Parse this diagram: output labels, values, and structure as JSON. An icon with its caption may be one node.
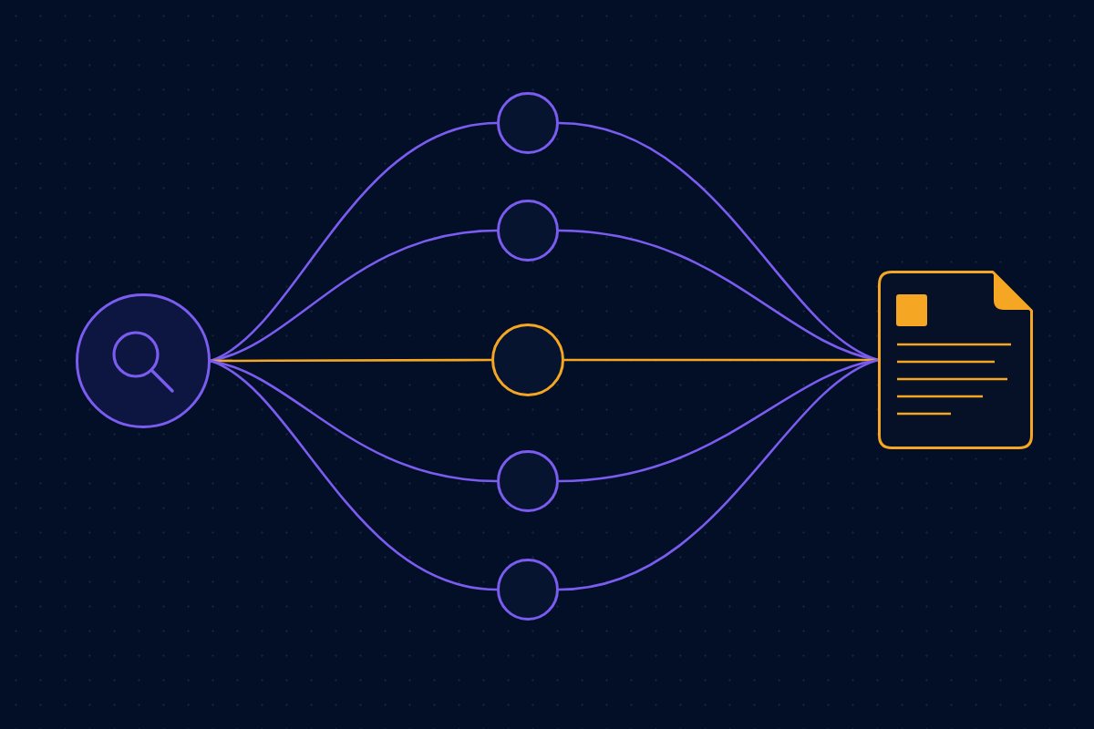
{
  "diagram": {
    "nodes": [
      {
        "text": [],
        "shape": "circle"
      },
      {
        "text": [],
        "shape": "circle"
      },
      {
        "text": [],
        "shape": "circle"
      },
      {
        "text": [],
        "shape": "circle"
      },
      {
        "text": [],
        "shape": "circle"
      },
      {
        "text": [],
        "shape": "circle"
      },
      {
        "text": [],
        "shape": "document"
      }
    ],
    "edges": [
      {
        "from": 0,
        "to": 1,
        "arrow": "none"
      },
      {
        "from": 0,
        "to": 2,
        "arrow": "none"
      },
      {
        "from": 0,
        "to": 3,
        "arrow": "none",
        "color": "#f5a623"
      },
      {
        "from": 0,
        "to": 4,
        "arrow": "none"
      },
      {
        "from": 0,
        "to": 5,
        "arrow": "none"
      },
      {
        "from": 1,
        "to": 6,
        "arrow": "none"
      },
      {
        "from": 2,
        "to": 6,
        "arrow": "none"
      },
      {
        "from": 3,
        "to": 6,
        "arrow": "none",
        "color": "#f5a623"
      },
      {
        "from": 4,
        "to": 6,
        "arrow": "none"
      },
      {
        "from": 5,
        "to": 6,
        "arrow": "none"
      }
    ]
  }
}
